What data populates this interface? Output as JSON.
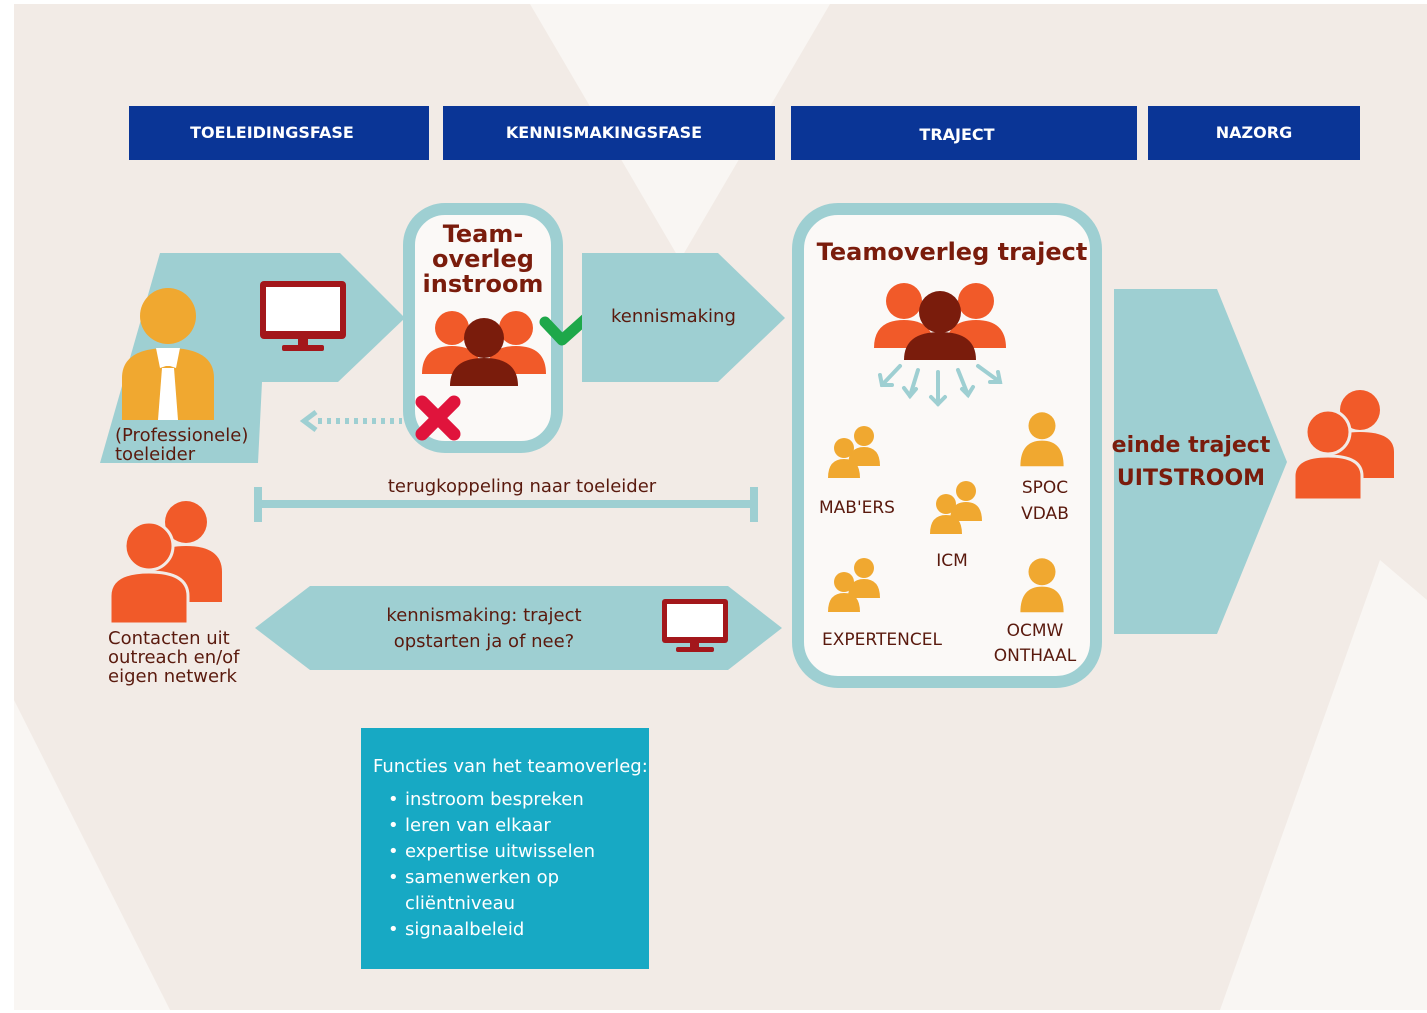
{
  "phases": [
    "TOELEIDINGSFASE",
    "KENNISMAKINGSFASE",
    "TRAJECT",
    "NAZORG"
  ],
  "teamoverleg_instroom": {
    "line1": "Team-",
    "line2": "overleg",
    "line3": "instroom"
  },
  "toeleider": {
    "line1": "(Professionele)",
    "line2": "toeleider"
  },
  "contacten": {
    "line1": "Contacten uit",
    "line2": "outreach en/of",
    "line3": "eigen netwerk"
  },
  "kennismaking_label": "kennismaking",
  "terugkoppeling_label": "terugkoppeling naar toeleider",
  "kennismaking_question": {
    "line1": "kennismaking: traject",
    "line2": "opstarten ja of nee?"
  },
  "teamoverleg_traject": {
    "title": "Teamoverleg traject",
    "partners": {
      "mabers": "MAB'ERS",
      "spoc": "SPOC",
      "vdab": "VDAB",
      "icm": "ICM",
      "expertencel": "EXPERTENCEL",
      "ocmw": "OCMW",
      "onthaal": "ONTHAAL"
    }
  },
  "einde": {
    "line1": "einde traject",
    "line2": "UITSTROOM"
  },
  "functies": {
    "title": "Functies van het teamoverleg:",
    "items": [
      "instroom bespreken",
      "leren van elkaar",
      "expertise uitwisselen",
      "samenwerken op",
      "cliëntniveau",
      "signaalbeleid"
    ]
  },
  "colors": {
    "phase_bar": "#0a3596",
    "teal": "#9ecfd2",
    "navy_text": "#5a1a0e",
    "orange_person": "#f15a29",
    "yellow_person": "#f0a830",
    "dark_red_person": "#7a1c0c",
    "check_green": "#1ea84a",
    "cross_red": "#e0143c",
    "functies_box": "#17a9c4",
    "background": "#f2ebe6"
  },
  "icons": [
    "monitor-icon",
    "person-group-icon",
    "single-person-icon",
    "checkmark-icon",
    "cross-icon",
    "arrows-icon"
  ]
}
